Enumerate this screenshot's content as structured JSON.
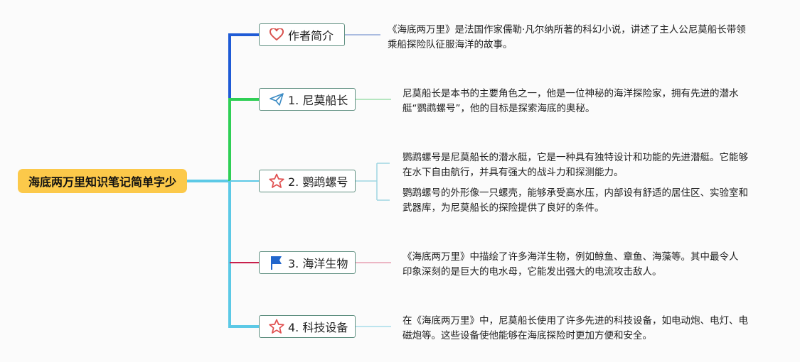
{
  "root": {
    "label": "海底两万里知识笔记简单字少"
  },
  "branches": [
    {
      "label": "作者简介",
      "icon": "heart-icon"
    },
    {
      "label": "1. 尼莫船长",
      "icon": "paper-plane-icon"
    },
    {
      "label": "2. 鹦鹉螺号",
      "icon": "star-icon"
    },
    {
      "label": "3. 海洋生物",
      "icon": "flag-icon"
    },
    {
      "label": "4. 科技设备",
      "icon": "star-icon"
    }
  ],
  "notes": {
    "author": "《海底两万里》是法国作家儒勒·凡尔纳所著的科幻小说，讲述了主人公尼莫船长带领乘船探险队征服海洋的故事。",
    "nemo": "尼莫船长是本书的主要角色之一，他是一位神秘的海洋探险家，拥有先进的潜水艇“鹦鹉螺号”，他的目标是探索海底的奥秘。",
    "nautilus_1": "鹦鹉螺号是尼莫船长的潜水艇，它是一种具有独特设计和功能的先进潜艇。它能够在水下自由航行，并具有强大的战斗力和探测能力。",
    "nautilus_2": "鹦鹉螺号的外形像一只螺壳，能够承受高水压，内部设有舒适的居住区、实验室和武器库，为尼莫船长的探险提供了良好的条件。",
    "marine": "《海底两万里》中描绘了许多海洋生物，例如鲸鱼、章鱼、海藻等。其中最令人印象深刻的是巨大的电水母，它能发出强大的电流攻击敌人。",
    "tech": "在《海底两万里》中，尼莫船长使用了许多先进的科技设备，如电动炮、电灯、电磁炮等。这些设备使他能够在海底探险时更加方便和安全。"
  },
  "colors": {
    "root_fill": "#fcc94a",
    "branch_border": "#5e8f80",
    "line_author": "#1f5bd6",
    "line_nemo": "#2fcf55",
    "line_lower": "#5cc9e6",
    "line_marine": "#c8204c",
    "heart": "#d9534f",
    "plane": "#3d8cc4",
    "star": "#e05050",
    "flag": "#2266cc"
  }
}
